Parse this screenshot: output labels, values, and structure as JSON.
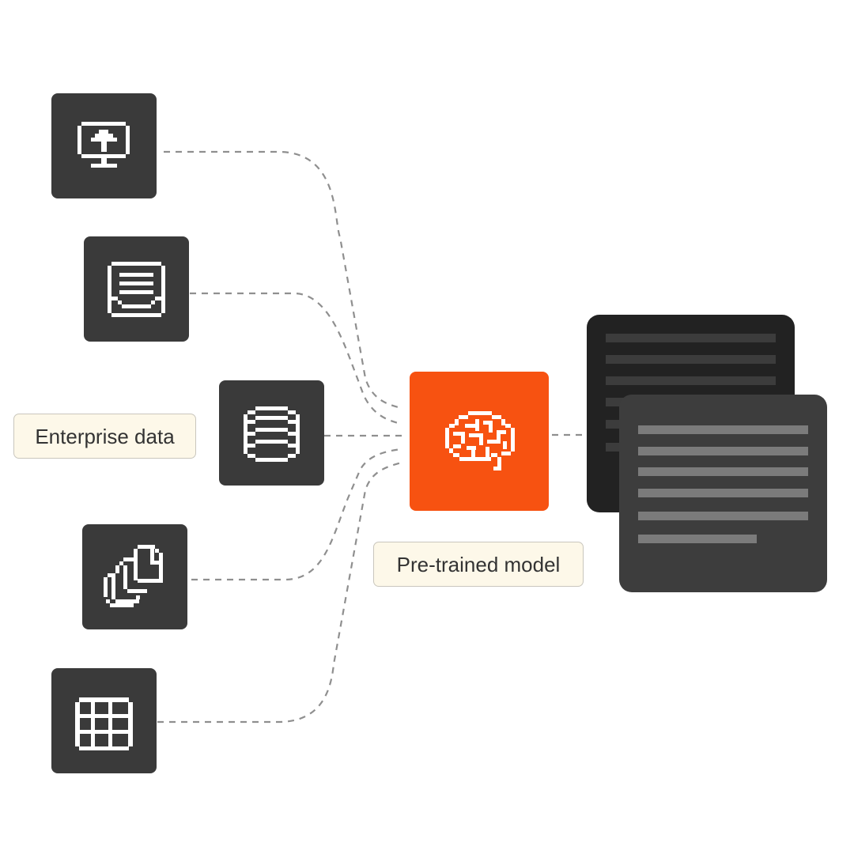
{
  "labels": {
    "enterprise_data": "Enterprise data",
    "pretrained_model": "Pre-trained model"
  },
  "sources": [
    {
      "name": "source-monitor",
      "icon": "monitor-upload-icon"
    },
    {
      "name": "source-inbox",
      "icon": "inbox-document-icon"
    },
    {
      "name": "source-database",
      "icon": "database-icon"
    },
    {
      "name": "source-files",
      "icon": "stacked-files-icon"
    },
    {
      "name": "source-table",
      "icon": "table-grid-icon"
    }
  ],
  "model": {
    "icon": "brain-icon",
    "accent": "#f75211"
  },
  "outputs": {
    "icon": "text-document-icon"
  },
  "colors": {
    "tile": "#3a3a3a",
    "connector": "#8f8f8f",
    "label_bg": "#fdf8e9",
    "doc_back": "#222222",
    "doc_front": "#3d3d3d"
  }
}
